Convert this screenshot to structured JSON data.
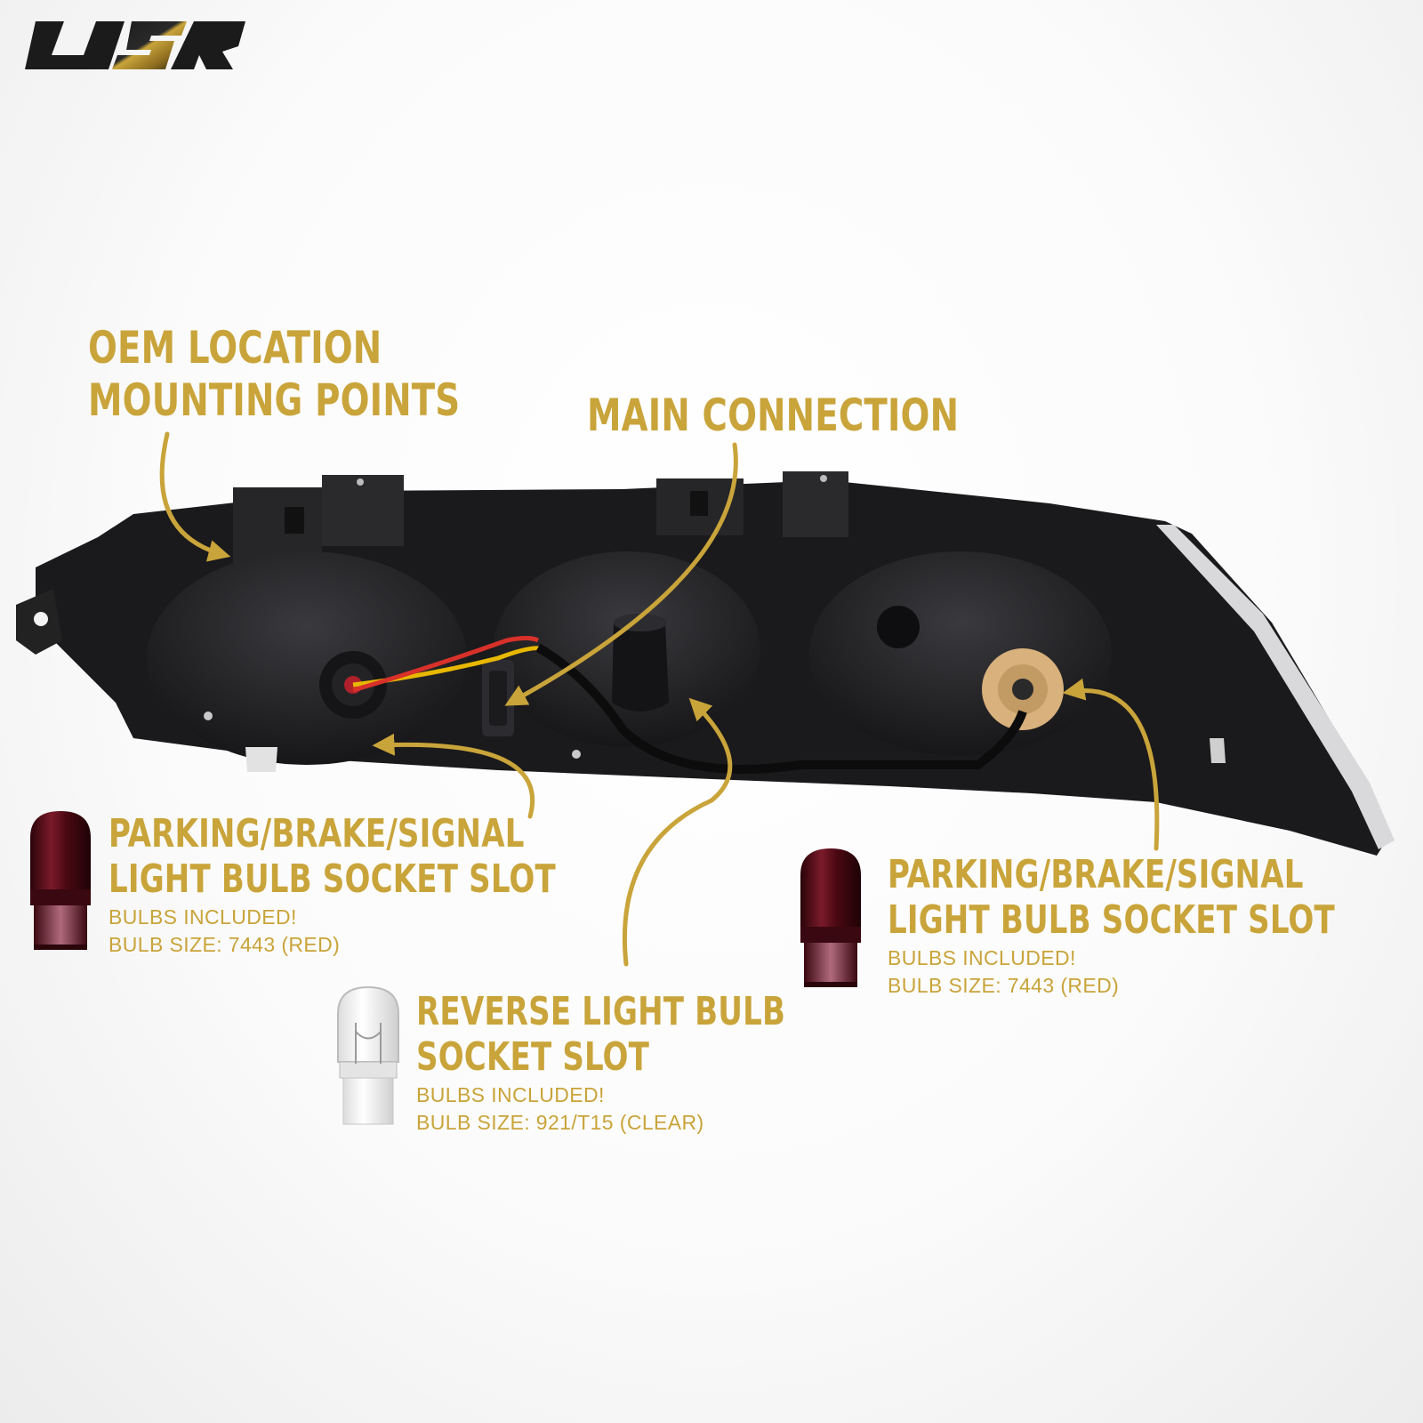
{
  "brand": {
    "logo_text": "USR"
  },
  "colors": {
    "accent": "#c9a43a",
    "housing": "#1a1a1c",
    "red_bulb": "#5a0c18",
    "amber_socket": "#d8b17c"
  },
  "callouts": {
    "mounting": {
      "line1": "OEM LOCATION",
      "line2": "MOUNTING POINTS"
    },
    "main": {
      "line1": "MAIN CONNECTION"
    },
    "left_slot": {
      "line1": "PARKING/BRAKE/SIGNAL",
      "line2": "LIGHT BULB SOCKET SLOT",
      "note1": "BULBS INCLUDED!",
      "note2": "BULB SIZE: 7443 (RED)"
    },
    "right_slot": {
      "line1": "PARKING/BRAKE/SIGNAL",
      "line2": "LIGHT BULB SOCKET SLOT",
      "note1": "BULBS INCLUDED!",
      "note2": "BULB SIZE: 7443 (RED)"
    },
    "reverse": {
      "line1": "REVERSE LIGHT BULB",
      "line2": "SOCKET SLOT",
      "note1": "BULBS INCLUDED!",
      "note2": "BULB SIZE: 921/T15 (CLEAR)"
    }
  }
}
